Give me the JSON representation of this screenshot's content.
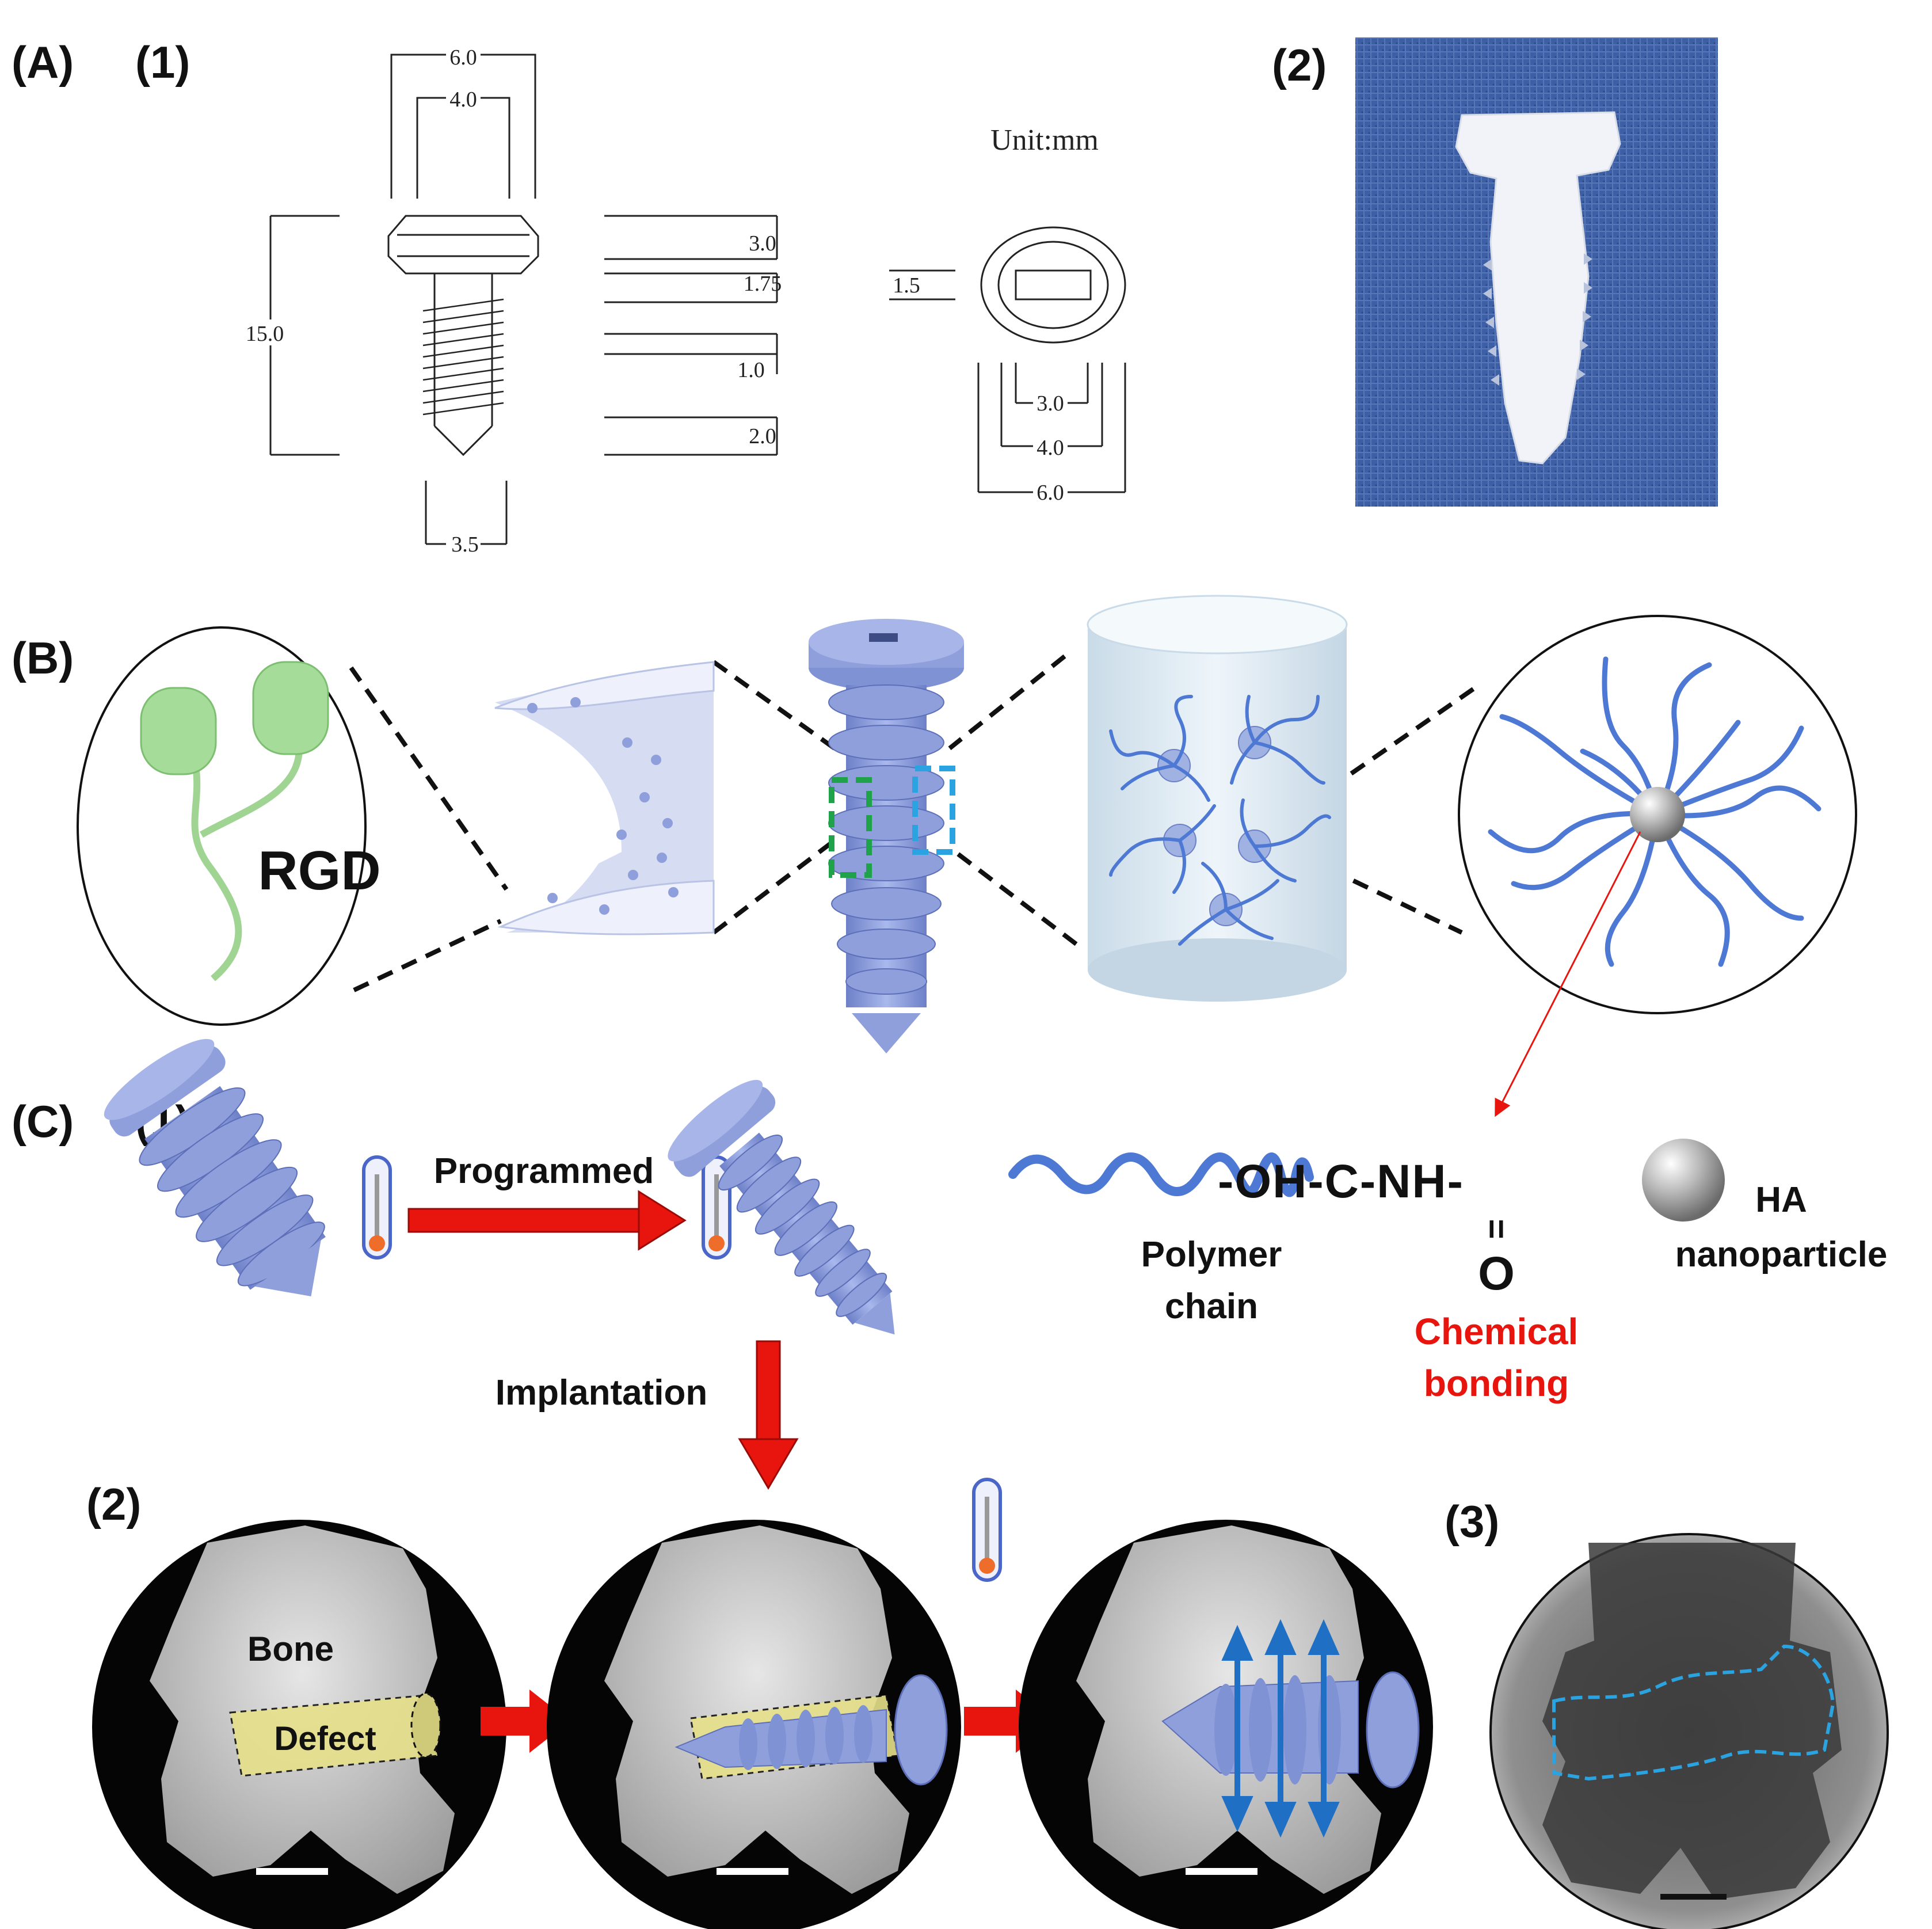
{
  "panel_labels": {
    "A": "(A)",
    "A1": "(1)",
    "A2": "(2)",
    "B": "(B)",
    "C": "(C)",
    "C1": "(1)",
    "C2": "(2)",
    "C3": "(3)"
  },
  "drawing": {
    "unit": "Unit:mm",
    "dims": {
      "head_outer": "6.0",
      "head_inner": "4.0",
      "length": "15.0",
      "d1": "3.0",
      "d2": "1.75",
      "d3": "1.0",
      "d4": "2.0",
      "root": "3.5",
      "slot": "1.5",
      "top_inner": "3.0",
      "top_mid": "4.0",
      "top_outer": "6.0"
    }
  },
  "panel_b": {
    "rgd": "RGD"
  },
  "panel_c": {
    "programmed": "Programmed",
    "implantation": "Implantation",
    "chem_formula": "-OH-C-NH-",
    "double_bond": "=",
    "oxygen": "O",
    "polymer_chain": [
      "Polymer",
      "chain"
    ],
    "ha": "HA",
    "nanoparticle": "nanoparticle",
    "chemical_bonding": [
      "Chemical",
      "bonding"
    ],
    "bone": "Bone",
    "defect": "Defect"
  },
  "colors": {
    "screw": "#8e9fdc",
    "screw_dark": "#5d6fb8",
    "rgd_green": "#a6dc9a",
    "red_arrow": "#e8150f",
    "blue_arrow": "#1f6fc4",
    "defect_yellow": "#e6e08a",
    "dashed_blue": "#2aa3e0",
    "dashed_green": "#1fa24a",
    "chem_red": "#e8150f"
  }
}
